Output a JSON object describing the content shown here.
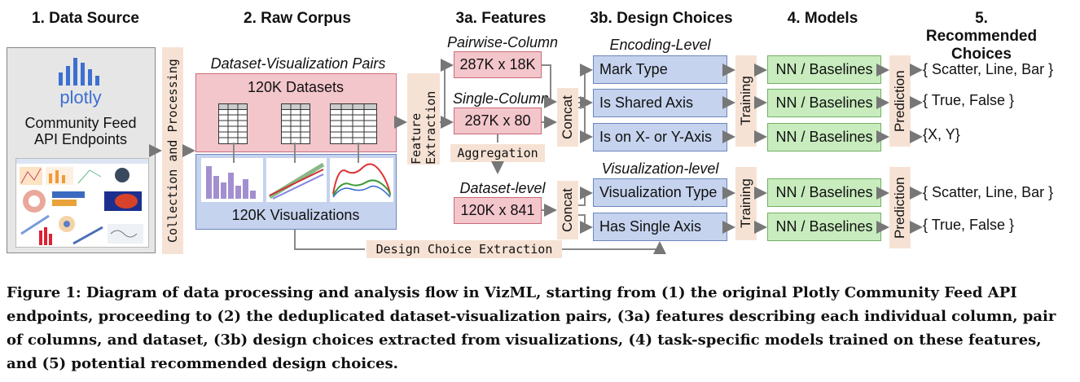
{
  "headers": {
    "data_source": "1. Data Source",
    "raw_corpus": "2. Raw Corpus",
    "features": "3a. Features",
    "design_choices": "3b. Design Choices",
    "models": "4. Models",
    "recommended": "5. Recommended Choices"
  },
  "source": {
    "logo": "plotly",
    "line1": "Community Feed",
    "line2": "API Endpoints"
  },
  "collection_label": "Collection and Processing",
  "corpus": {
    "pairs_title": "Dataset-Visualization Pairs",
    "datasets": "120K Datasets",
    "visualizations": "120K Visualizations"
  },
  "feature_extraction_label": "Feature Extraction",
  "features": {
    "pairwise_title": "Pairwise-Column",
    "pairwise_size": "287K x 18K",
    "single_title": "Single-Column",
    "single_size": "287K x 80",
    "aggregation": "Aggregation",
    "dataset_title": "Dataset-level",
    "dataset_size": "120K x 841"
  },
  "concat_label": "Concat",
  "design": {
    "encoding_title": "Encoding-Level",
    "mark_type": "Mark Type",
    "shared_axis": "Is Shared Axis",
    "xy_axis": "Is on X- or Y-Axis",
    "vis_title": "Visualization-level",
    "vis_type": "Visualization Type",
    "single_axis": "Has Single Axis"
  },
  "design_extraction_label": "Design Choice Extraction",
  "training_label": "Training",
  "prediction_label": "Prediction",
  "model_label": "NN / Baselines",
  "outputs": {
    "o1": "{ Scatter, Line, Bar }",
    "o2": "{ True, False }",
    "o3": "{X, Y}",
    "o4": "{ Scatter, Line, Bar }",
    "o5": "{ True, False }"
  },
  "caption": "Figure 1: Diagram of data processing and analysis flow in VizML, starting from (1) the original Plotly Community Feed API endpoints, proceeding to (2) the deduplicated dataset-visualization pairs, (3a) features describing each individual column, pair of columns, and dataset, (3b) design choices extracted from visualizations, (4) task-specific models trained on these features, and (5) potential recommended design choices.",
  "colors": {
    "pink": "#f3c6cc",
    "blue": "#c5d3ee",
    "green": "#c8ecbe",
    "tan": "#f6e2d4",
    "plotly_blue": "#3d6fd0"
  }
}
